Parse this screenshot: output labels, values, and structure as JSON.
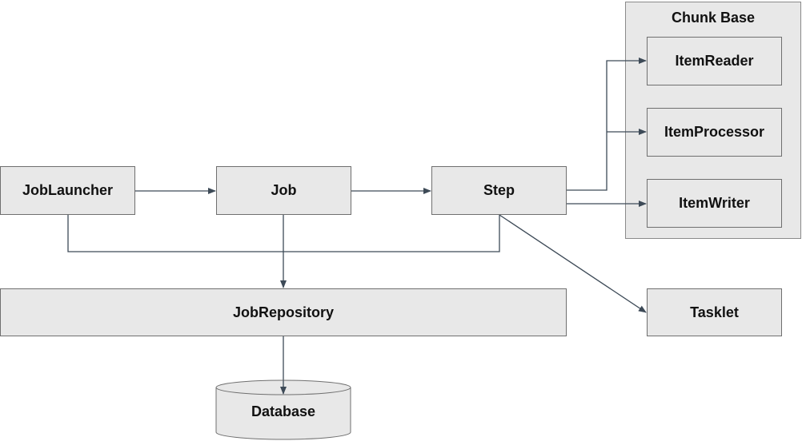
{
  "nodes": {
    "job_launcher": "JobLauncher",
    "job": "Job",
    "step": "Step",
    "job_repository": "JobRepository",
    "database": "Database",
    "tasklet": "Tasklet",
    "item_reader": "ItemReader",
    "item_processor": "ItemProcessor",
    "item_writer": "ItemWriter"
  },
  "groups": {
    "chunk_base": "Chunk Base"
  },
  "colors": {
    "box_fill": "#e8e8e8",
    "box_border": "#6f6f6f",
    "connector": "#3d4a57"
  }
}
